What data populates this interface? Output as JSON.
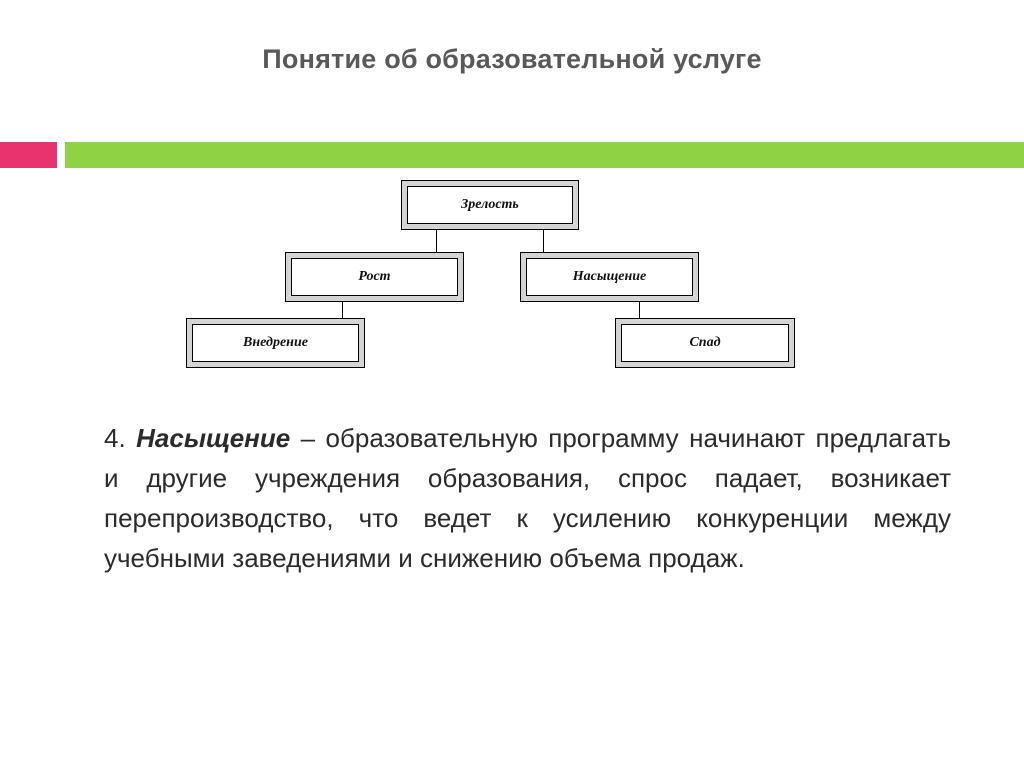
{
  "slide": {
    "title": "Понятие об образовательной услуге"
  },
  "diagram": {
    "nodes": {
      "maturity": "Зрелость",
      "growth": "Рост",
      "saturation": "Насыщение",
      "introduction": "Внедрение",
      "decline": "Спад"
    }
  },
  "body": {
    "number": "4.",
    "term": "Насыщение",
    "dash": "–",
    "text": "образовательную программу начинают предлагать и другие учреждения образования, спрос падает, возникает перепроизводство, что ведет к усилению конкуренции между учебными заведениями и снижению объема продаж."
  },
  "colors": {
    "accent_pink": "#e8336e",
    "accent_green": "#8dd344",
    "title_gray": "#595959"
  }
}
